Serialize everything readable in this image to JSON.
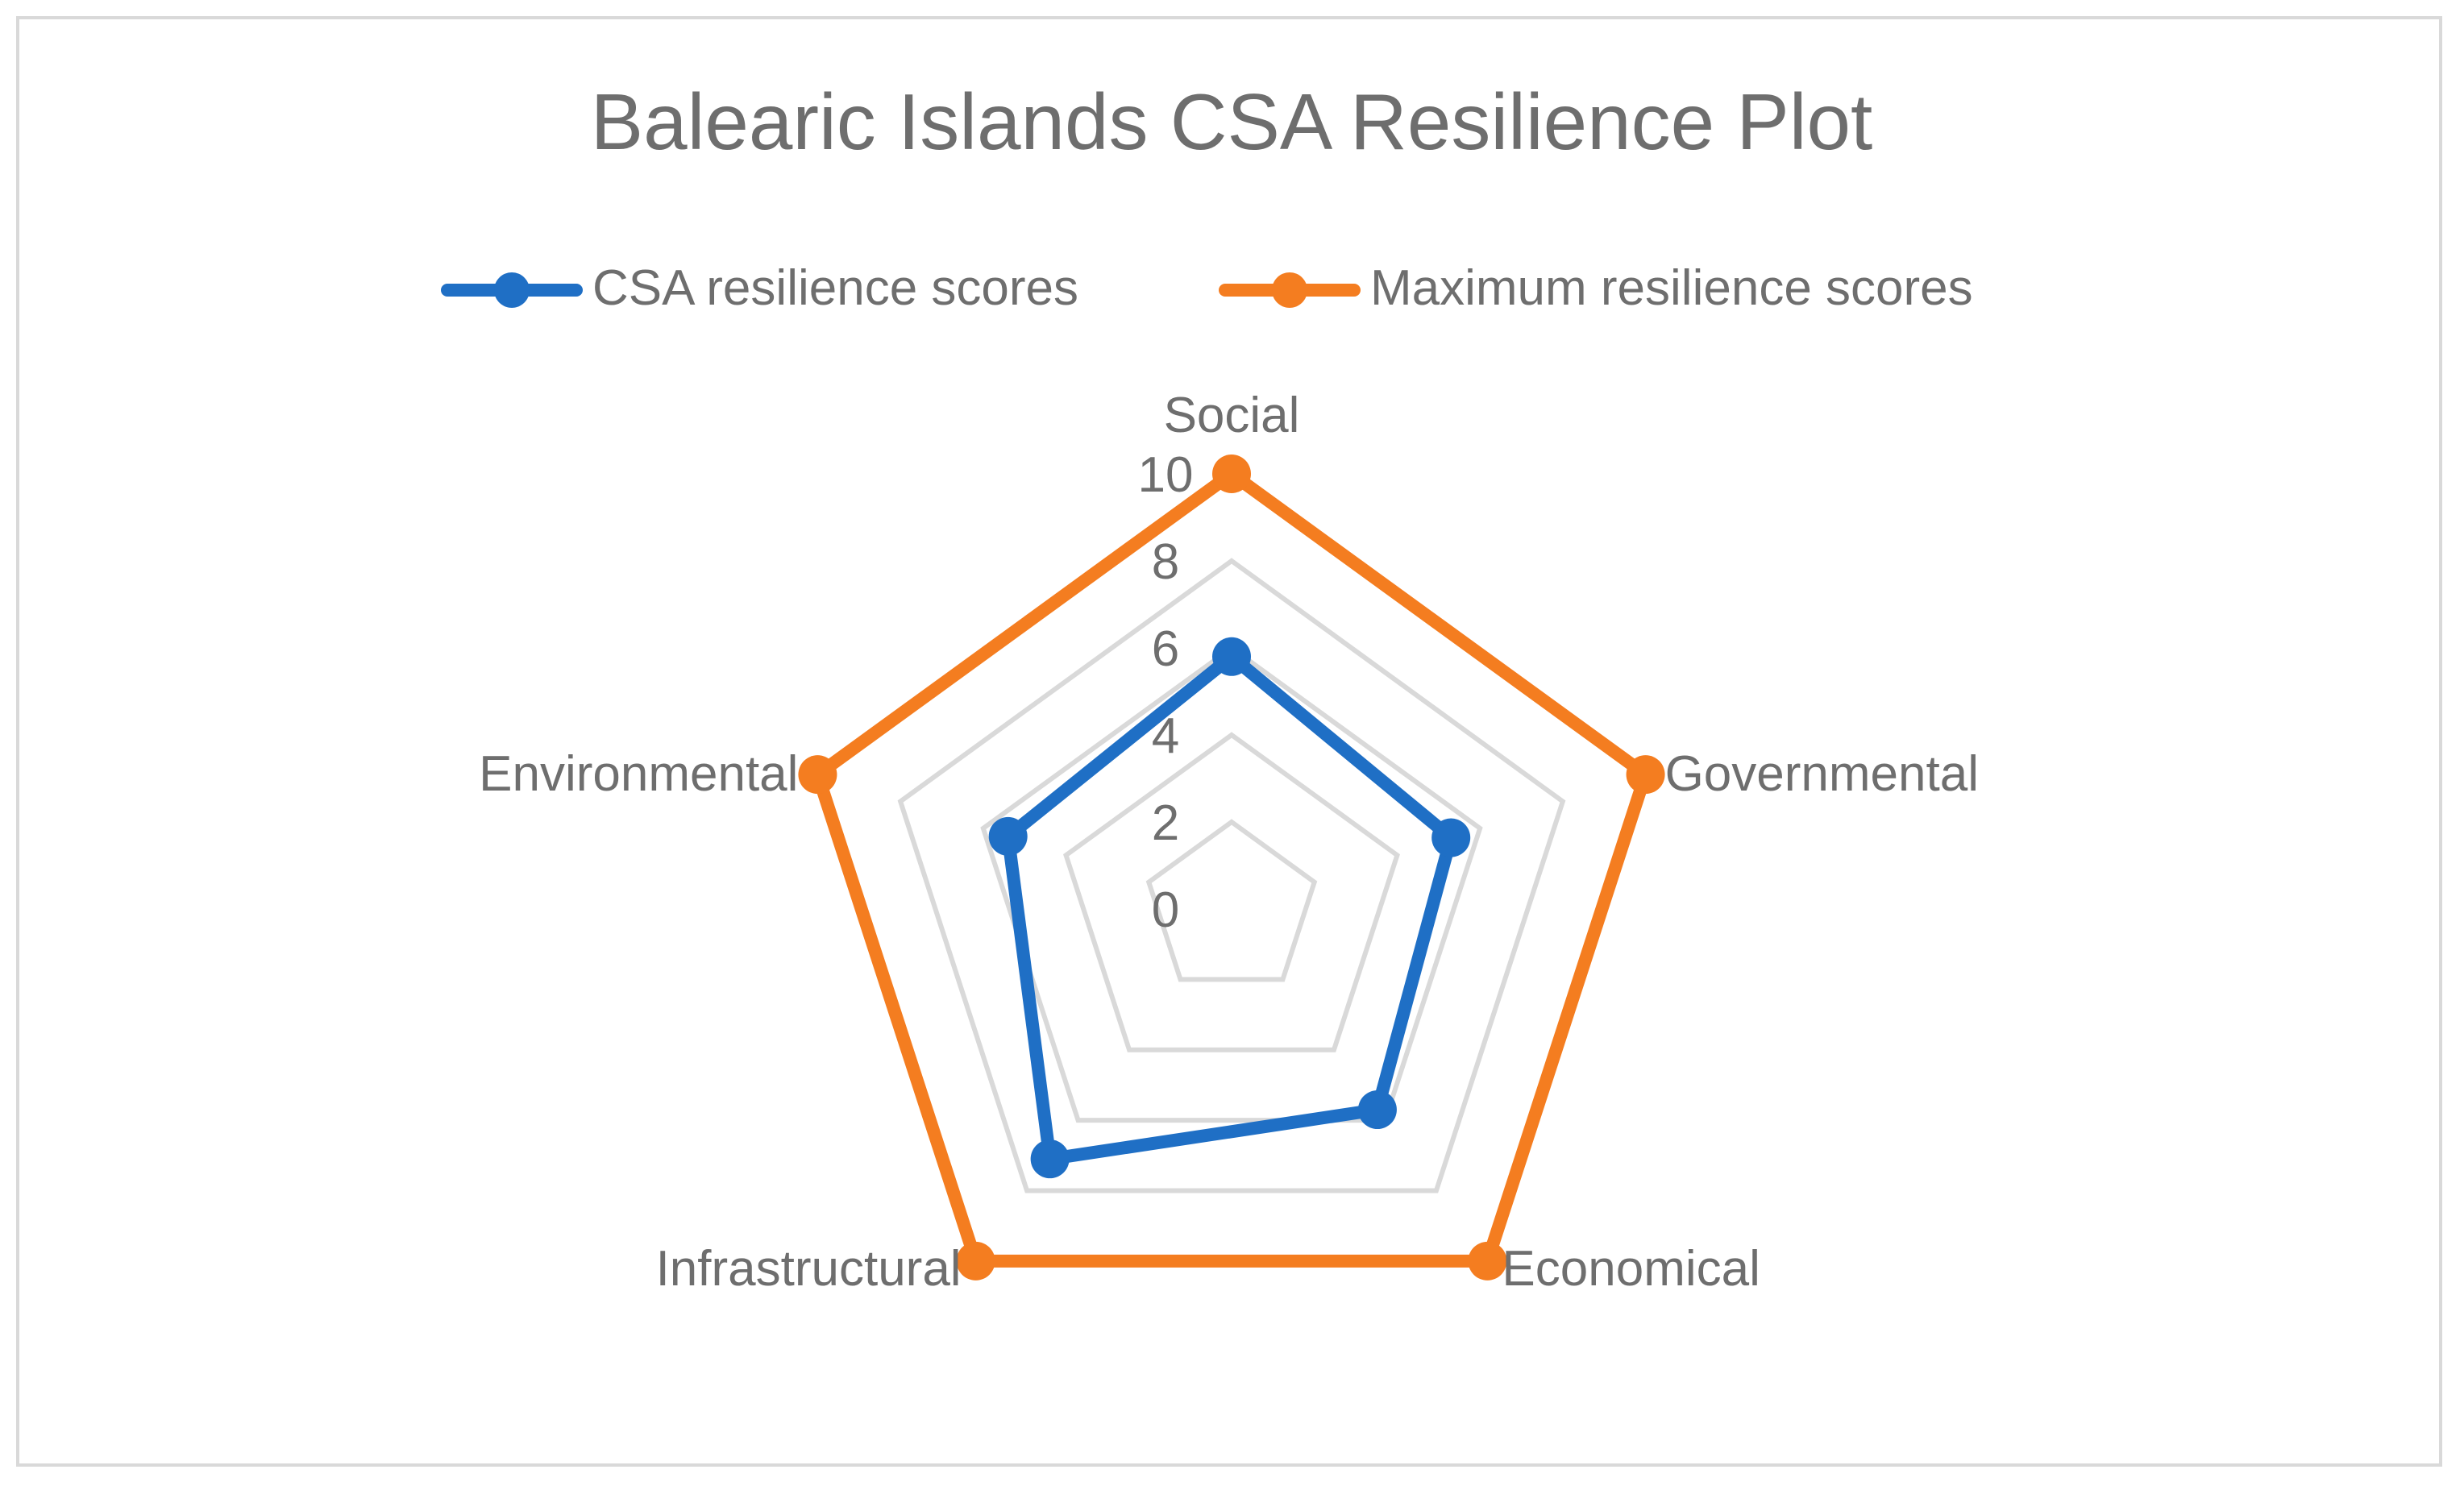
{
  "chart_data": {
    "type": "radar",
    "title": "Balearic Islands CSA Resilience Plot",
    "categories": [
      "Social",
      "Governmental",
      "Economical",
      "Infrastructural",
      "Environmental"
    ],
    "rlim": [
      0,
      10
    ],
    "ticks": [
      "0",
      "2",
      "4",
      "6",
      "8",
      "10"
    ],
    "grid": true,
    "legend_position": "top",
    "series": [
      {
        "name": "CSA resilience scores",
        "values": [
          5.8,
          5.3,
          5.7,
          7.1,
          5.4
        ],
        "color": "#1f6fc5"
      },
      {
        "name": "Maximum resilience scores",
        "values": [
          10,
          10,
          10,
          10,
          10
        ],
        "color": "#f47d20"
      }
    ]
  }
}
